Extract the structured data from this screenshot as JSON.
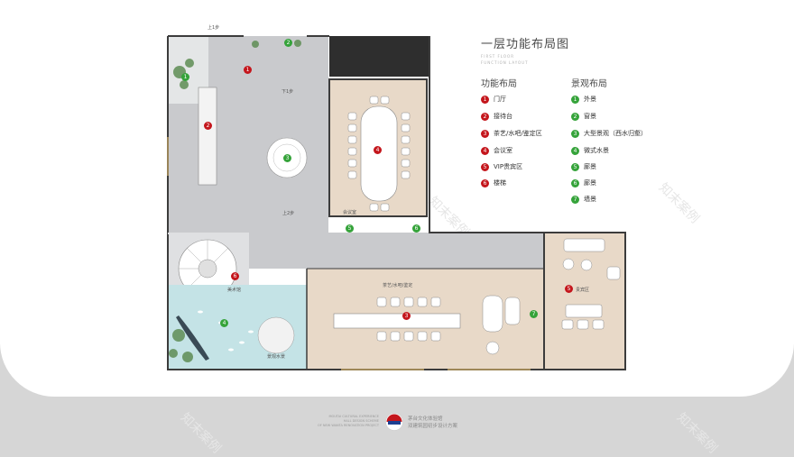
{
  "page": {
    "title": "一层功能布局图",
    "subtitle_lines": [
      "FIRST FLOOR",
      "FUNCTION LAYOUT"
    ]
  },
  "legend": {
    "function": {
      "heading": "功能布局",
      "color": "#c4161c",
      "items": [
        {
          "num": "1",
          "label": "门厅"
        },
        {
          "num": "2",
          "label": "接待台"
        },
        {
          "num": "3",
          "label": "茶艺/水吧/鉴定区"
        },
        {
          "num": "4",
          "label": "会议室"
        },
        {
          "num": "5",
          "label": "VIP贵宾区"
        },
        {
          "num": "6",
          "label": "楼梯"
        }
      ]
    },
    "landscape": {
      "heading": "景观布局",
      "color": "#35a33a",
      "items": [
        {
          "num": "1",
          "label": "外景"
        },
        {
          "num": "2",
          "label": "窗景"
        },
        {
          "num": "3",
          "label": "大型景观（西水归壑）"
        },
        {
          "num": "4",
          "label": "微式水景"
        },
        {
          "num": "5",
          "label": "廊景"
        },
        {
          "num": "6",
          "label": "廊景"
        },
        {
          "num": "7",
          "label": "墙景"
        }
      ]
    }
  },
  "plan": {
    "markers": {
      "f1": "1",
      "f2": "2",
      "f3": "3",
      "f4": "4",
      "f5": "5",
      "f6": "6",
      "g1": "1",
      "g2": "2",
      "g3": "3",
      "g4": "4",
      "g5": "5",
      "g6": "6",
      "g7": "7"
    },
    "labels": {
      "step_up_top": "上1步",
      "step_down_1": "下1步",
      "step_up_2": "上2步",
      "meeting_room": "会议室",
      "tea_area": "茶艺/水吧/鉴定",
      "vip_room": "贵宾区",
      "stair_area": "美术馆",
      "water_feature": "景观水景"
    }
  },
  "footer": {
    "en_lines": [
      "MOUTAI CULTURAL EXPERIENCE",
      "HALL DESIGN SCHEME",
      "OF NEW WANTA RENOVATION PROJECT"
    ],
    "cn_lines": [
      "茅台文化体验馆",
      "双建筑园初步设计方案"
    ]
  },
  "watermark": "知末案例",
  "colors": {
    "function_red": "#c4161c",
    "landscape_green": "#35a33a",
    "wall": "#3c3c3c",
    "floor": "#c9cacd",
    "wood_floor": "#e8d9c8",
    "water": "#c4e3e6"
  }
}
